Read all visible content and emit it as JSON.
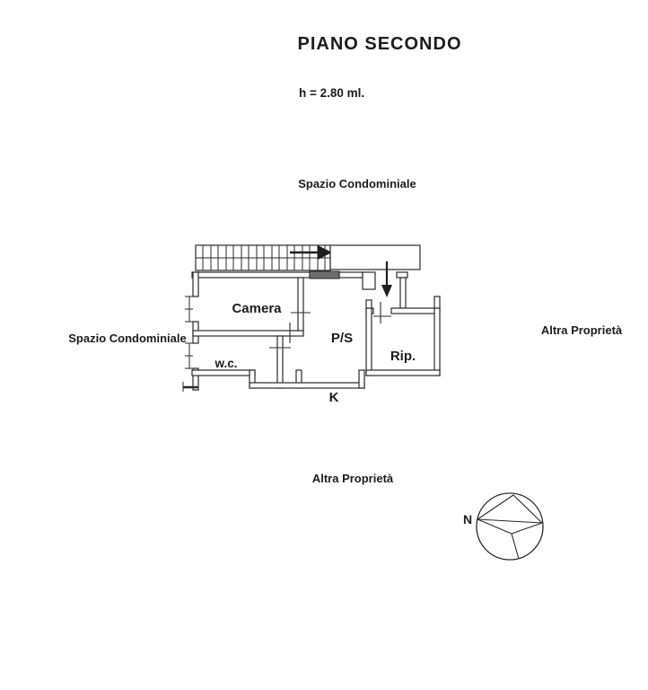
{
  "page": {
    "background": "#ffffff",
    "ink_color": "#1c1c1c"
  },
  "header": {
    "title": "PIANO SECONDO",
    "height_note": "h = 2.80 ml."
  },
  "surroundings": {
    "top_label": "Spazio Condominiale",
    "left_label": "Spazio Condominiale",
    "right_label": "Altra Proprietà",
    "bottom_label": "Altra Proprietà"
  },
  "plan": {
    "rooms": [
      {
        "id": "camera",
        "label": "Camera"
      },
      {
        "id": "wc",
        "label": "w.c."
      },
      {
        "id": "ps",
        "label": "P/S"
      },
      {
        "id": "rip",
        "label": "Rip."
      }
    ],
    "kitchen_mark": "K"
  },
  "compass": {
    "north_label": "N"
  }
}
